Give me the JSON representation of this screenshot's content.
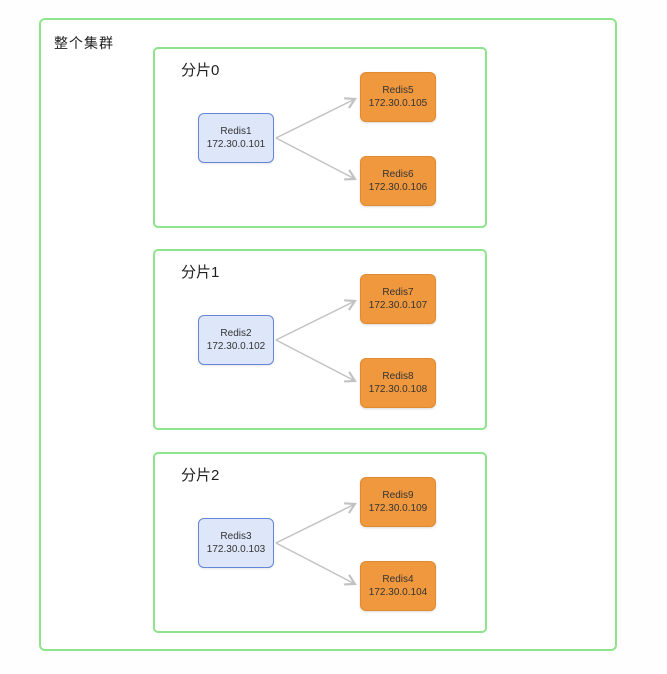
{
  "diagram": {
    "cluster_label": "整个集群",
    "shards": [
      {
        "label": "分片0",
        "master": {
          "name": "Redis1",
          "ip": "172.30.0.101"
        },
        "replicas": [
          {
            "name": "Redis5",
            "ip": "172.30.0.105"
          },
          {
            "name": "Redis6",
            "ip": "172.30.0.106"
          }
        ]
      },
      {
        "label": "分片1",
        "master": {
          "name": "Redis2",
          "ip": "172.30.0.102"
        },
        "replicas": [
          {
            "name": "Redis7",
            "ip": "172.30.0.107"
          },
          {
            "name": "Redis8",
            "ip": "172.30.0.108"
          }
        ]
      },
      {
        "label": "分片2",
        "master": {
          "name": "Redis3",
          "ip": "172.30.0.103"
        },
        "replicas": [
          {
            "name": "Redis9",
            "ip": "172.30.0.109"
          },
          {
            "name": "Redis4",
            "ip": "172.30.0.104"
          }
        ]
      }
    ],
    "colors": {
      "cluster_border": "#8de48d",
      "shard_border": "#8de48d",
      "master_fill": "#dde7f9",
      "master_border": "#6386d6",
      "replica_fill": "#f0983e",
      "replica_border": "#e08b2e",
      "arrow": "#c2c2c2",
      "text": "#333333",
      "label_text": "#1f1f1f"
    }
  }
}
